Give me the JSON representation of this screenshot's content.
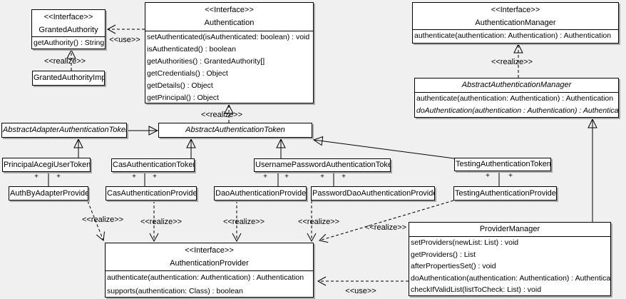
{
  "diagram": {
    "background": "#f0f0f0",
    "box_fill": "#ffffff",
    "line_color": "#000000",
    "shadow_color": "#a8a8a8",
    "labels": {
      "interface": "<<Interface>>",
      "use": "<<use>>",
      "realize": "<<realize>>",
      "plus": "+"
    },
    "classes": {
      "granted_authority": {
        "name": "GrantedAuthority",
        "methods": [
          "getAuthority() : String"
        ]
      },
      "granted_authority_impl": {
        "name": "GrantedAuthorityImpl"
      },
      "authentication": {
        "name": "Authentication",
        "methods": [
          "setAuthenticated(isAuthenticated: boolean) : void",
          "isAuthenticated() : boolean",
          "getAuthorities() : GrantedAuthority[]",
          "getCredentials() : Object",
          "getDetails() : Object",
          "getPrincipal() : Object"
        ]
      },
      "authentication_manager": {
        "name": "AuthenticationManager",
        "methods": [
          "authenticate(authentication: Authentication) : Authentication"
        ]
      },
      "abstract_authentication_manager": {
        "name": "AbstractAuthenticationManager",
        "methods": [
          "authenticate(authentication: Authentication) : Authentication",
          "doAuthentication(authentication : Authentication) : Authentication"
        ]
      },
      "abstract_adapter_authentication_token": {
        "name": "AbstractAdapterAuthenticationToken"
      },
      "abstract_authentication_token": {
        "name": "AbstractAuthenticationToken"
      },
      "principal_acegi_user_token": {
        "name": "PrincipalAcegiUserToken"
      },
      "cas_authentication_token": {
        "name": "CasAuthenticationToken"
      },
      "username_password_authentication_token": {
        "name": "UsernamePasswordAuthenticationToken"
      },
      "testing_authentication_token": {
        "name": "TestingAuthenticationToken"
      },
      "auth_by_adapter_provider": {
        "name": "AuthByAdapterProvider"
      },
      "cas_authentication_provider": {
        "name": "CasAuthenticationProvider"
      },
      "dao_authentication_provider": {
        "name": "DaoAuthenticationProvider"
      },
      "password_dao_authentication_provider": {
        "name": "PasswordDaoAuthenticationProvider"
      },
      "testing_authentication_provider": {
        "name": "TestingAuthenticationProvider"
      },
      "authentication_provider": {
        "name": "AuthenticationProvider",
        "methods": [
          "authenticate(authentication: Authentication) : Authentication",
          "supports(authentication: Class) : boolean"
        ]
      },
      "provider_manager": {
        "name": "ProviderManager",
        "methods": [
          "setProviders(newList: List) : void",
          "getProviders() : List",
          "afterPropertiesSet() : void",
          "doAuthentication(authentication: Authentication) : Authentication",
          "checkIfValidList(listToCheck: List) : void"
        ]
      }
    }
  }
}
